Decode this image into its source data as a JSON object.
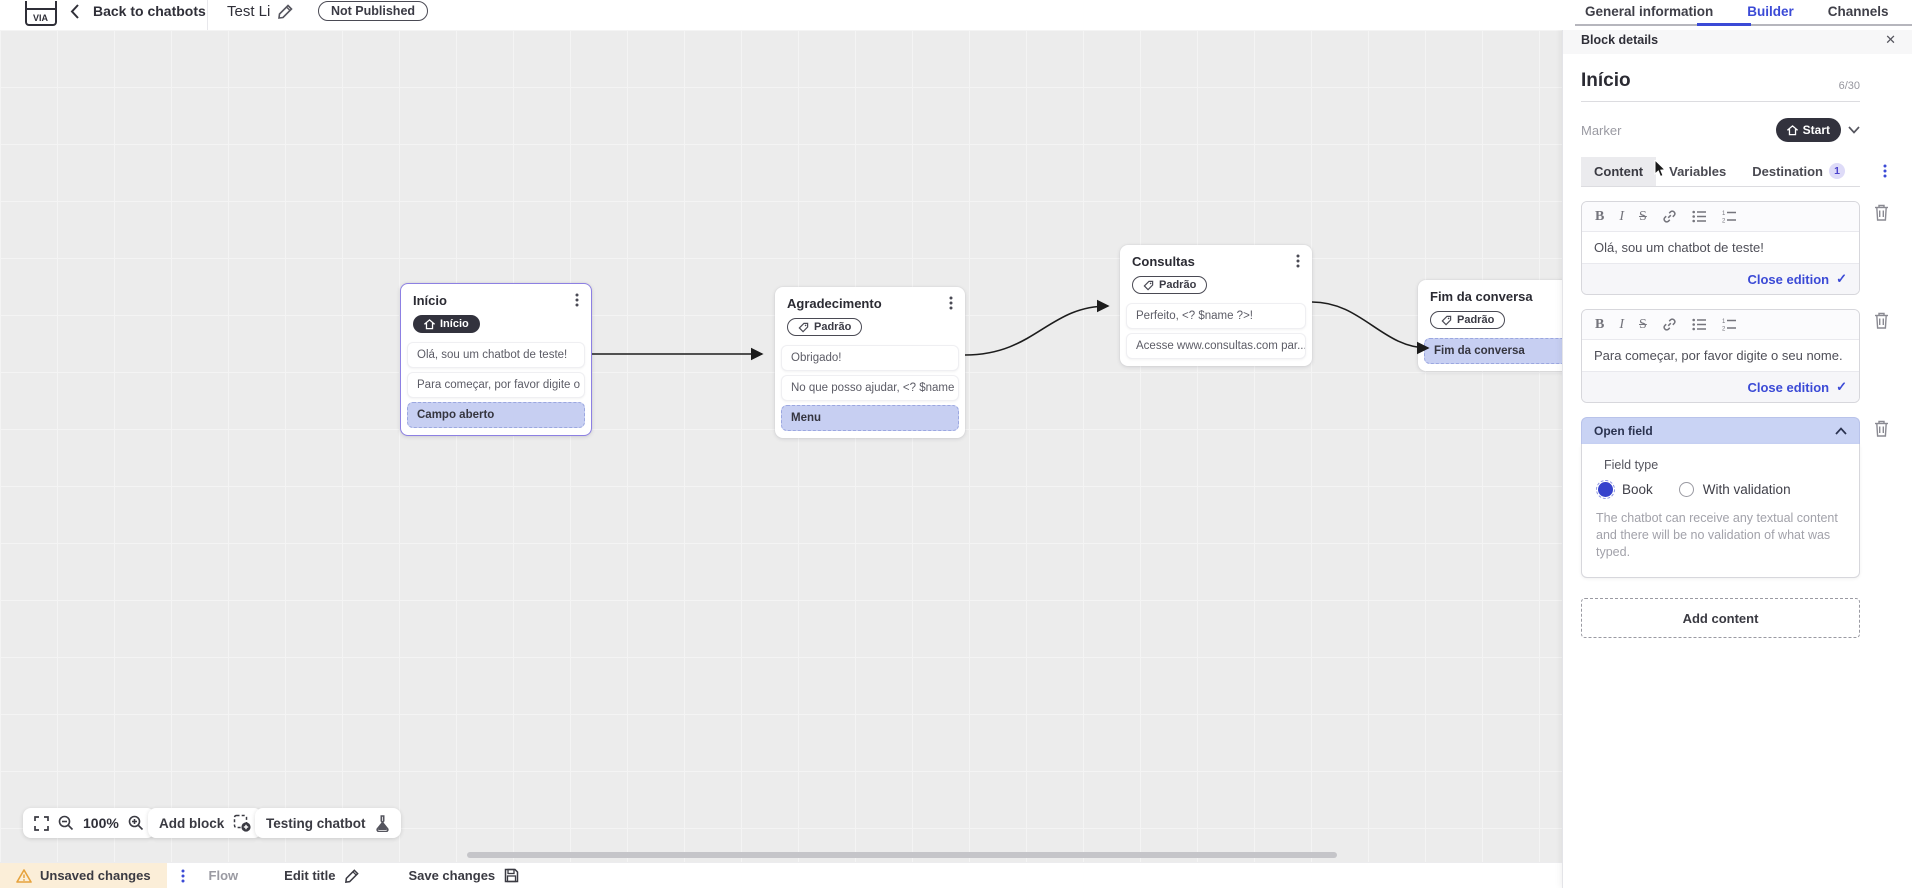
{
  "app": {
    "back_label": "Back to chatbots",
    "chatbot_title": "Test Li",
    "status_badge": "Not Published",
    "nav_tabs": {
      "general": "General information",
      "builder": "Builder",
      "channels": "Channels"
    }
  },
  "panel": {
    "header_title": "Block details",
    "close_icon": "✕",
    "block_name": "Início",
    "name_counter": "6/30",
    "marker_label": "Marker",
    "marker_value": "Start",
    "tabs": {
      "content": "Content",
      "variables": "Variables",
      "destination": "Destination",
      "destination_badge": "1"
    },
    "editor1": {
      "text": "Olá, sou um chatbot de teste!",
      "action": "Close edition",
      "check": "✓"
    },
    "editor2": {
      "text": "Para começar, por favor digite o seu nome.",
      "action": "Close edition",
      "check": "✓"
    },
    "open_field": {
      "title": "Open field",
      "field_type_label": "Field type",
      "option1": "Book",
      "option2": "With validation",
      "description": "The chatbot can receive any textual content and there will be no validation of what was typed."
    },
    "add_content": "Add content"
  },
  "canvas": {
    "block_inicio": {
      "title": "Início",
      "badge": "Início",
      "row1": "Olá, sou um chatbot de teste!",
      "row2": "Para começar, por favor digite o ...",
      "row3": "Campo aberto"
    },
    "block_agradecimento": {
      "title": "Agradecimento",
      "badge": "Padrão",
      "row1": "Obrigado!",
      "row2": "No que posso ajudar, <? $name ...",
      "row3": "Menu"
    },
    "block_consultas": {
      "title": "Consultas",
      "badge": "Padrão",
      "row1": "Perfeito, <? $name ?>!",
      "row2": "Acesse www.consultas.com par..."
    },
    "block_fim": {
      "title": "Fim da conversa",
      "badge": "Padrão",
      "row1": "Fim da conversa"
    },
    "toolbar": {
      "zoom_level": "100%",
      "add_block": "Add block",
      "testing": "Testing chatbot"
    }
  },
  "footer": {
    "unsaved": "Unsaved changes",
    "flow": "Flow",
    "edit_title": "Edit title",
    "save": "Save changes"
  },
  "colors": {
    "accent_blue": "#3b4ad6",
    "highlight_row": "#c7cff2",
    "dark_badge": "#32323d",
    "warning_bg": "#fbeed8",
    "open_field_header": "#c9d3f4"
  }
}
